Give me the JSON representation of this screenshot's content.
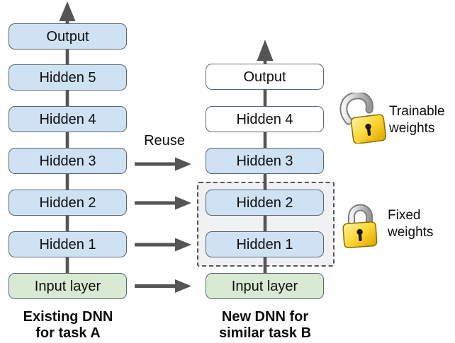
{
  "left_network": {
    "caption": {
      "line1": "Existing DNN",
      "line2": "for task A"
    },
    "layers": [
      {
        "label": "Output"
      },
      {
        "label": "Hidden 5"
      },
      {
        "label": "Hidden 4"
      },
      {
        "label": "Hidden 3"
      },
      {
        "label": "Hidden 2"
      },
      {
        "label": "Hidden 1"
      },
      {
        "label": "Input layer"
      }
    ]
  },
  "right_network": {
    "caption": {
      "line1": "New DNN for",
      "line2": "similar task B"
    },
    "layers": [
      {
        "label": "Output"
      },
      {
        "label": "Hidden 4"
      },
      {
        "label": "Hidden 3"
      },
      {
        "label": "Hidden 2"
      },
      {
        "label": "Hidden 1"
      },
      {
        "label": "Input layer"
      }
    ]
  },
  "reuse_label": "Reuse",
  "legend": {
    "trainable": {
      "icon": "unlocked-padlock-icon",
      "line1": "Trainable",
      "line2": "weights"
    },
    "fixed": {
      "icon": "locked-padlock-icon",
      "line1": "Fixed",
      "line2": "weights"
    }
  },
  "colors": {
    "hidden_layer_fill": "#cfe2f3",
    "input_layer_fill": "#d9ead3",
    "new_layer_fill": "#ffffff",
    "arrow_and_line": "#555555",
    "dashed_region_fill": "#f0f1f2",
    "padlock_gold": "#ffd633"
  }
}
